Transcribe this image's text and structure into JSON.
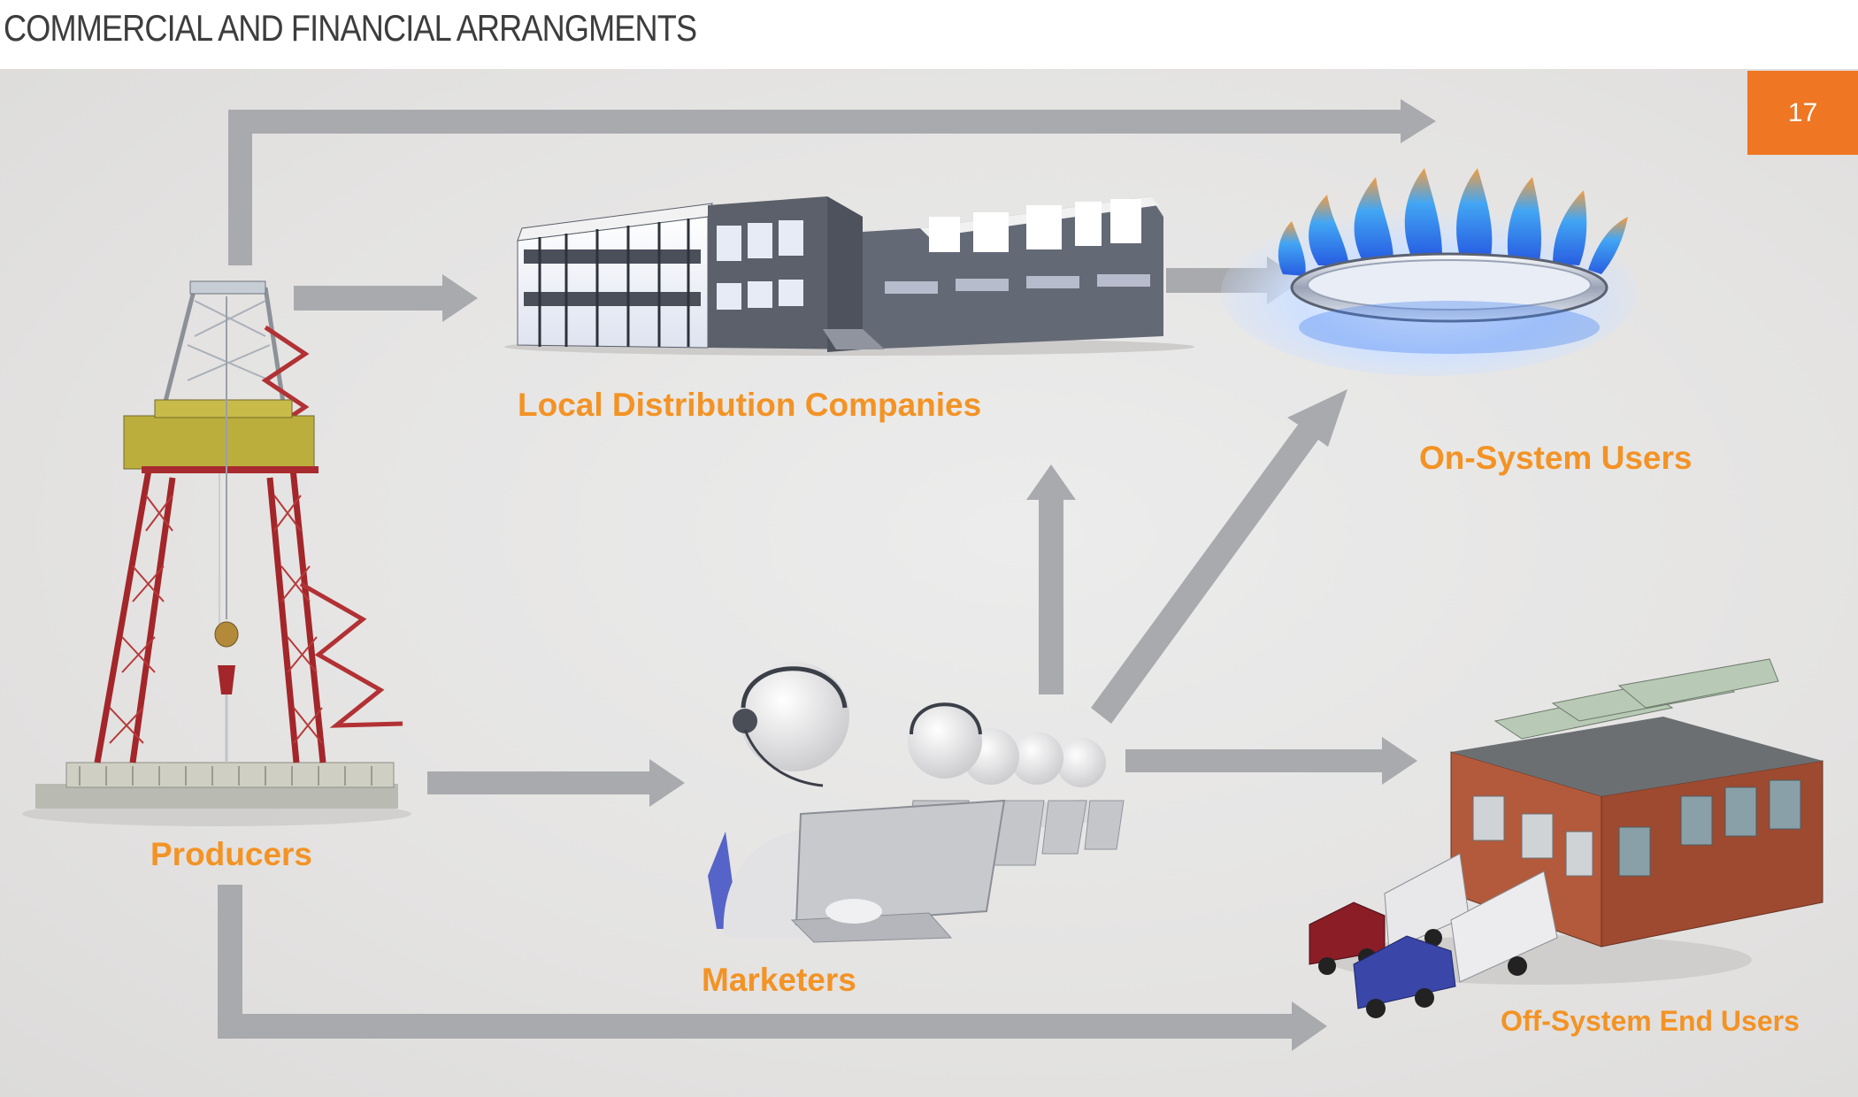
{
  "header": {
    "title": "COMMERCIAL AND FINANCIAL ARRANGMENTS",
    "page_number": "17"
  },
  "labels": {
    "producers": "Producers",
    "ldc": "Local Distribution Companies",
    "on_system": "On-System Users",
    "marketers": "Marketers",
    "off_system": "Off-System End Users"
  },
  "colors": {
    "accent_orange": "#f39325",
    "badge_orange": "#ef7622",
    "arrow_gray": "#a9aaae",
    "panel_gray": "#e4e3e2"
  },
  "icons": [
    "drilling-rig-icon",
    "office-building-icon",
    "gas-burner-flame-icon",
    "call-center-agents-icon",
    "factory-with-trucks-icon"
  ]
}
